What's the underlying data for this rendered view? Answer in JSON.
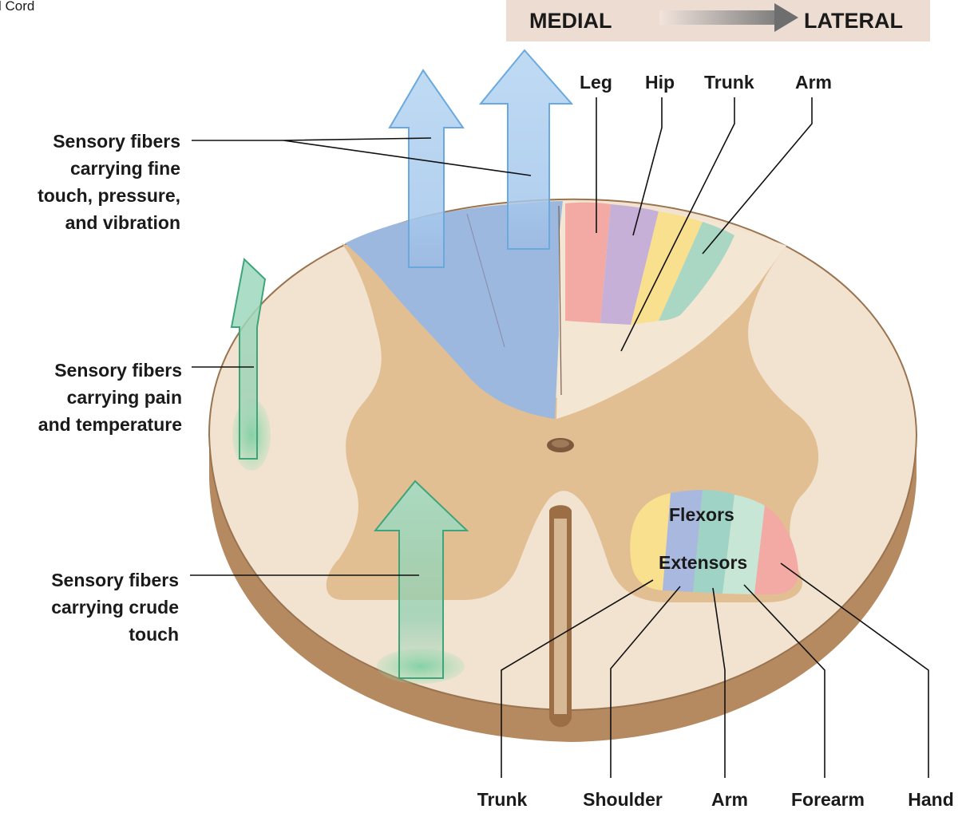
{
  "header": {
    "corner_text": "l Cord",
    "direction_left": "MEDIAL",
    "direction_right": "LATERAL"
  },
  "top_labels": {
    "leg": "Leg",
    "hip": "Hip",
    "trunk": "Trunk",
    "arm": "Arm"
  },
  "left_labels": {
    "fine_touch": [
      "Sensory fibers",
      "carrying fine",
      "touch, pressure,",
      "and vibration"
    ],
    "pain_temp": [
      "Sensory fibers",
      "carrying pain",
      "and temperature"
    ],
    "crude_touch": [
      "Sensory fibers",
      "carrying crude",
      "touch"
    ]
  },
  "motor_labels": {
    "flexors": "Flexors",
    "extensors": "Extensors"
  },
  "bottom_labels": {
    "trunk": "Trunk",
    "shoulder": "Shoulder",
    "arm": "Arm",
    "forearm": "Forearm",
    "hand": "Hand"
  },
  "colors": {
    "white_matter": "#f1e3d0",
    "gray_matter": "#e2bf93",
    "rim": "#b4875c",
    "dorsal_column_blue": "#9db8df",
    "leg_pink": "#f3aaa4",
    "hip_purple": "#c7b0d8",
    "trunk_yellow": "#f9e08e",
    "arm_teal": "#a9d7c4",
    "sensory_arrow_blue": "#b8d6f0",
    "sensory_arrow_green": "#8fcab0"
  }
}
